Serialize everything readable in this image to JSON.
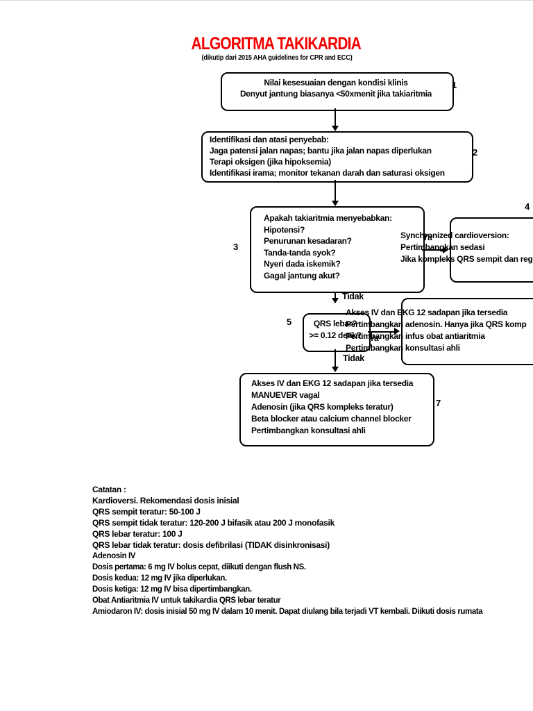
{
  "header": {
    "title": "ALGORITMA TAKIKARDIA",
    "subtitle": "(dikutip dari 2015 AHA guidelines for CPR and ECC)",
    "title_color": "#f30000"
  },
  "flow": {
    "labels": {
      "yes": "Ya",
      "no": "Tidak"
    },
    "box1": {
      "number": "1",
      "lines": [
        "Nilai kesesuaian dengan kondisi klinis",
        "Denyut jantung biasanya <50xmenit jika takiaritmia"
      ]
    },
    "box2": {
      "number": "2",
      "lines": [
        "Identifikasi dan atasi penyebab:",
        "Jaga patensi jalan napas; bantu jika jalan napas diperlukan",
        "Terapi oksigen (jika hipoksemia)",
        "Identifikasi irama; monitor tekanan darah dan saturasi oksigen"
      ]
    },
    "box3": {
      "number": "3",
      "lines": [
        "Apakah takiaritmia menyebabkan:",
        "Hipotensi?",
        "Penurunan kesadaran?",
        "Tanda-tanda syok?",
        "Nyeri dada iskemik?",
        "Gagal jantung akut?"
      ]
    },
    "box4": {
      "number": "4",
      "lines": [
        "Synchronized cardioversion:",
        "Pertimbangkan sedasi",
        "Jika kompleks QRS sempit dan reg"
      ]
    },
    "box5": {
      "number": "5",
      "lines": [
        "QRS lebar?",
        ">= 0.12 detik?"
      ]
    },
    "box6": {
      "lines": [
        "Akses IV dan EKG 12 sadapan jika tersedia",
        "Pertimbangkan adenosin. Hanya jika QRS komp",
        "Pertimbangkan infus obat antiaritmia",
        "Pertimbangkan konsultasi ahli"
      ]
    },
    "box7": {
      "number": "7",
      "lines": [
        "Akses IV dan EKG 12 sadapan jika tersedia",
        "MANUEVER vagal",
        "Adenosin (jika QRS kompleks teratur)",
        "Beta blocker atau calcium channel blocker",
        "Pertimbangkan konsultasi ahli"
      ]
    }
  },
  "notes": {
    "heading": "Catatan :",
    "cardioversion": [
      "Kardioversi. Rekomendasi dosis inisial",
      "QRS sempit teratur: 50-100 J",
      "QRS sempit tidak teratur: 120-200 J bifasik atau 200 J monofasik",
      "QRS lebar teratur: 100 J",
      "QRS lebar tidak teratur: dosis defibrilasi (TIDAK disinkronisasi)"
    ],
    "adenosine": [
      "Adenosin IV",
      "Dosis pertama: 6 mg IV bolus cepat, diikuti dengan flush NS.",
      "Dosis kedua: 12 mg IV jika diperlukan.",
      "Dosis ketiga: 12 mg IV bisa dipertimbangkan.",
      "Obat Antiaritmia IV untuk takikardia QRS lebar teratur",
      "Amiodaron IV: dosis inisial 50 mg IV dalam 10 menit. Dapat diulang bila terjadi VT kembali. Diikuti dosis rumata"
    ]
  }
}
